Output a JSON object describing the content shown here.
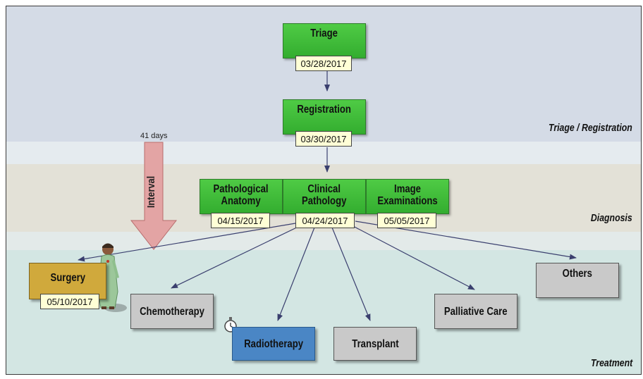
{
  "stages": {
    "triage": "Triage / Registration",
    "diagnosis": "Diagnosis",
    "treatment": "Treatment"
  },
  "triage": {
    "label": "Triage",
    "date": "03/28/2017"
  },
  "registration": {
    "label": "Registration",
    "date": "03/30/2017"
  },
  "diagnosis": {
    "pathological": {
      "label_line1": "Pathological",
      "label_line2": "Anatomy",
      "date": "04/15/2017"
    },
    "clinical": {
      "label_line1": "Clinical",
      "label_line2": "Pathology",
      "date": "04/24/2017"
    },
    "image": {
      "label_line1": "Image",
      "label_line2": "Examinations",
      "date": "05/05/2017"
    }
  },
  "interval": {
    "label": "Interval",
    "days": "41 days"
  },
  "treatments": {
    "surgery": {
      "label": "Surgery",
      "date": "05/10/2017"
    },
    "chemotherapy": "Chemotherapy",
    "radiotherapy": "Radiotherapy",
    "transplant": "Transplant",
    "palliative": "Palliative Care",
    "others": "Others"
  },
  "colors": {
    "green": "#3bb937",
    "gold": "#d0a93c",
    "blue": "#4a86c5",
    "gray": "#c9c9c9",
    "date_bg": "#ffffd6",
    "interval_arrow": "#e3a4a4",
    "connector": "#3a3f6e"
  }
}
